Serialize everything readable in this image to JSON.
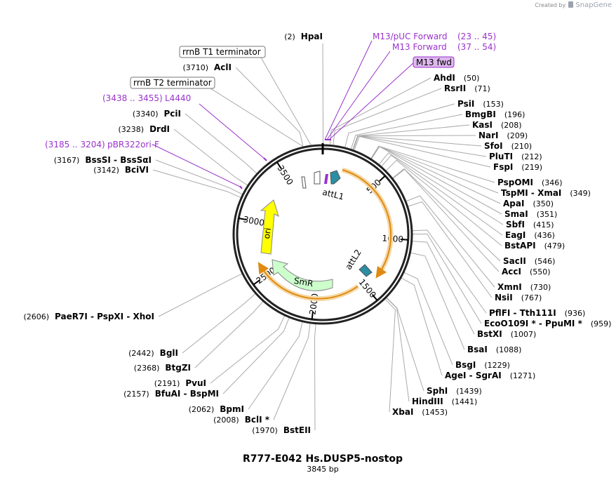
{
  "app": {
    "credit_prefix": "Created by",
    "credit_brand": "SnapGene"
  },
  "plasmid": {
    "name": "R777-E042 Hs.DUSP5-nostop",
    "size_label": "3845 bp",
    "length": 3845
  },
  "ticks": [
    {
      "label": "500",
      "pos": 500
    },
    {
      "label": "1000",
      "pos": 1000
    },
    {
      "label": "1500",
      "pos": 1500
    },
    {
      "label": "2000",
      "pos": 2000
    },
    {
      "label": "2500",
      "pos": 2500
    },
    {
      "label": "3000",
      "pos": 3000
    },
    {
      "label": "3500",
      "pos": 3500
    }
  ],
  "features": [
    {
      "name": "attL1",
      "color": "#2b8ea3",
      "type": "site"
    },
    {
      "name": "attL2",
      "color": "#2b8ea3",
      "type": "site"
    },
    {
      "name": "ori",
      "color": "#ffff00",
      "type": "origin"
    },
    {
      "name": "SmR",
      "color": "#ccffcc",
      "type": "cds"
    }
  ],
  "terminators": [
    {
      "name": "rrnB T1 terminator"
    },
    {
      "name": "rrnB T2 terminator"
    }
  ],
  "primers": [
    {
      "name": "M13/pUC Forward",
      "pos": "(23 .. 45)"
    },
    {
      "name": "M13 Forward",
      "pos": "(37 .. 54)"
    },
    {
      "name": "M13 fwd",
      "pos": ""
    },
    {
      "name": "L4440",
      "pos": "(3438 .. 3455)"
    },
    {
      "name": "pBR322ori-F",
      "pos": "(3185 .. 3204)"
    }
  ],
  "sites_right": [
    {
      "name": "AhdI",
      "pos": "(50)"
    },
    {
      "name": "RsrII",
      "pos": "(71)"
    },
    {
      "name": "PsiI",
      "pos": "(153)"
    },
    {
      "name": "BmgBI",
      "pos": "(196)"
    },
    {
      "name": "KasI",
      "pos": "(208)"
    },
    {
      "name": "NarI",
      "pos": "(209)"
    },
    {
      "name": "SfoI",
      "pos": "(210)"
    },
    {
      "name": "PluTI",
      "pos": "(212)"
    },
    {
      "name": "FspI",
      "pos": "(219)"
    },
    {
      "name": "PspOMI",
      "pos": "(346)"
    },
    {
      "name": "TspMI  -  XmaI",
      "pos": "(349)"
    },
    {
      "name": "ApaI",
      "pos": "(350)"
    },
    {
      "name": "SmaI",
      "pos": "(351)"
    },
    {
      "name": "SbfI",
      "pos": "(415)"
    },
    {
      "name": "EagI",
      "pos": "(436)"
    },
    {
      "name": "BstAPI",
      "pos": "(479)"
    },
    {
      "name": "SacII",
      "pos": "(546)"
    },
    {
      "name": "AccI",
      "pos": "(550)"
    },
    {
      "name": "XmnI",
      "pos": "(730)"
    },
    {
      "name": "NsiI",
      "pos": "(767)"
    },
    {
      "name": "PflFI  -  Tth111I",
      "pos": "(936)"
    },
    {
      "name": "EcoO109I *  -  PpuMI *",
      "pos": "(959)"
    },
    {
      "name": "BstXI",
      "pos": "(1007)"
    },
    {
      "name": "BsaI",
      "pos": "(1088)"
    },
    {
      "name": "BsgI",
      "pos": "(1229)"
    },
    {
      "name": "AgeI  -  SgrAI",
      "pos": "(1271)"
    },
    {
      "name": "SphI",
      "pos": "(1439)"
    },
    {
      "name": "HindIII",
      "pos": "(1441)"
    },
    {
      "name": "XbaI",
      "pos": "(1453)"
    }
  ],
  "sites_left": [
    {
      "name": "HpaI",
      "pos": "(2)"
    },
    {
      "name": "AclI",
      "pos": "(3710)"
    },
    {
      "name": "PciI",
      "pos": "(3340)"
    },
    {
      "name": "DrdI",
      "pos": "(3238)"
    },
    {
      "name": "BssSI  -  BssSαI",
      "pos": "(3167)"
    },
    {
      "name": "BciVI",
      "pos": "(3142)"
    },
    {
      "name": "PaeR7I  -  PspXI  -  XhoI",
      "pos": "(2606)"
    },
    {
      "name": "BglI",
      "pos": "(2442)"
    },
    {
      "name": "BtgZI",
      "pos": "(2368)"
    },
    {
      "name": "PvuI",
      "pos": "(2191)"
    },
    {
      "name": "BfuAI  -  BspMI",
      "pos": "(2157)"
    },
    {
      "name": "BpmI",
      "pos": "(2062)"
    },
    {
      "name": "BclI *",
      "pos": "(2008)"
    },
    {
      "name": "BstEII",
      "pos": "(1970)"
    }
  ]
}
